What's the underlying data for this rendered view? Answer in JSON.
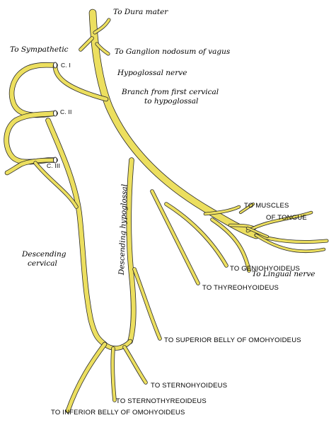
{
  "labels": {
    "dura_mater": "To Dura mater",
    "sympathetic": "To Sympathetic",
    "ganglion_nodosum": "To Ganglion nodosum of vagus",
    "hypoglossal_nerve": "Hypoglossal nerve",
    "branch_first_cervical_1": "Branch from first cervical",
    "branch_first_cervical_2": "to hypoglossal",
    "c1": "C. I",
    "c2": "C. II",
    "c3": "C. III",
    "muscles_of_tongue_1": "TO  MUSCLES",
    "muscles_of_tongue_2": "OF  TONGUE",
    "lingual_nerve": "To Lingual nerve",
    "geniohyoideus": "TO GENIOHYOIDEUS",
    "thyreohyoideus": "TO THYREOHYOIDEUS",
    "descending_hypoglossal": "Descending hypoglossal",
    "descending_cervical_1": "Descending",
    "descending_cervical_2": "cervical",
    "superior_belly": "TO SUPERIOR BELLY OF OMOHYOIDEUS",
    "sternohyoideus": "TO STERNOHYOIDEUS",
    "sternothyreoideus": "TO STERNOTHYREOIDEUS",
    "inferior_belly": "TO INFERIOR BELLY OF OMOHYOIDEUS"
  },
  "colors": {
    "nerve_fill": "#ecdf5f",
    "nerve_outline": "#2a2a2a",
    "background": "#ffffff"
  }
}
